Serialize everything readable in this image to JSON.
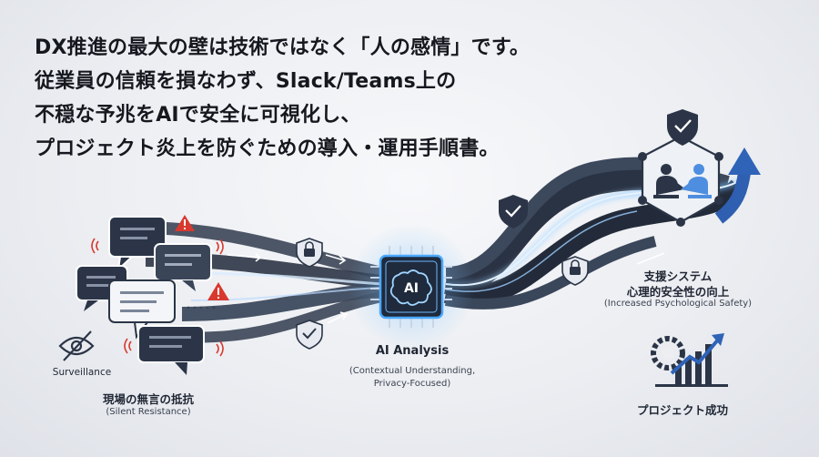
{
  "headline": {
    "line1": "DX推進の最大の壁は技術ではなく「人の感情」です。",
    "line2": "従業員の信頼を損なわず、Slack/Teams上の",
    "line3": "不穏な予兆をAIで安全に可視化し、",
    "line4": "プロジェクト炎上を防ぐための導入・運用手順書。"
  },
  "left": {
    "surveillance": "Surveillance",
    "title": "現場の無言の抵抗",
    "subtitle": "(Silent Resistance)"
  },
  "center": {
    "chip_label": "AI",
    "title": "AI Analysis",
    "sub1": "(Contextual Understanding,",
    "sub2": "Privacy-Focused)"
  },
  "right": {
    "title1": "支援システム",
    "title2": "心理的安全性の向上",
    "subtitle": "(Increased Psychological Safety)",
    "success": "プロジェクト成功"
  },
  "colors": {
    "dark_navy": "#1f2a3c",
    "glow_blue": "#4aa8ff",
    "alert_red": "#d8392f"
  },
  "icons": [
    "chat-bubble-icon",
    "warning-icon",
    "eye-slash-icon",
    "lock-icon",
    "shield-check-icon",
    "ai-brain-chip-icon",
    "handshake-icon",
    "gear-chart-icon",
    "arrow-up-icon"
  ]
}
